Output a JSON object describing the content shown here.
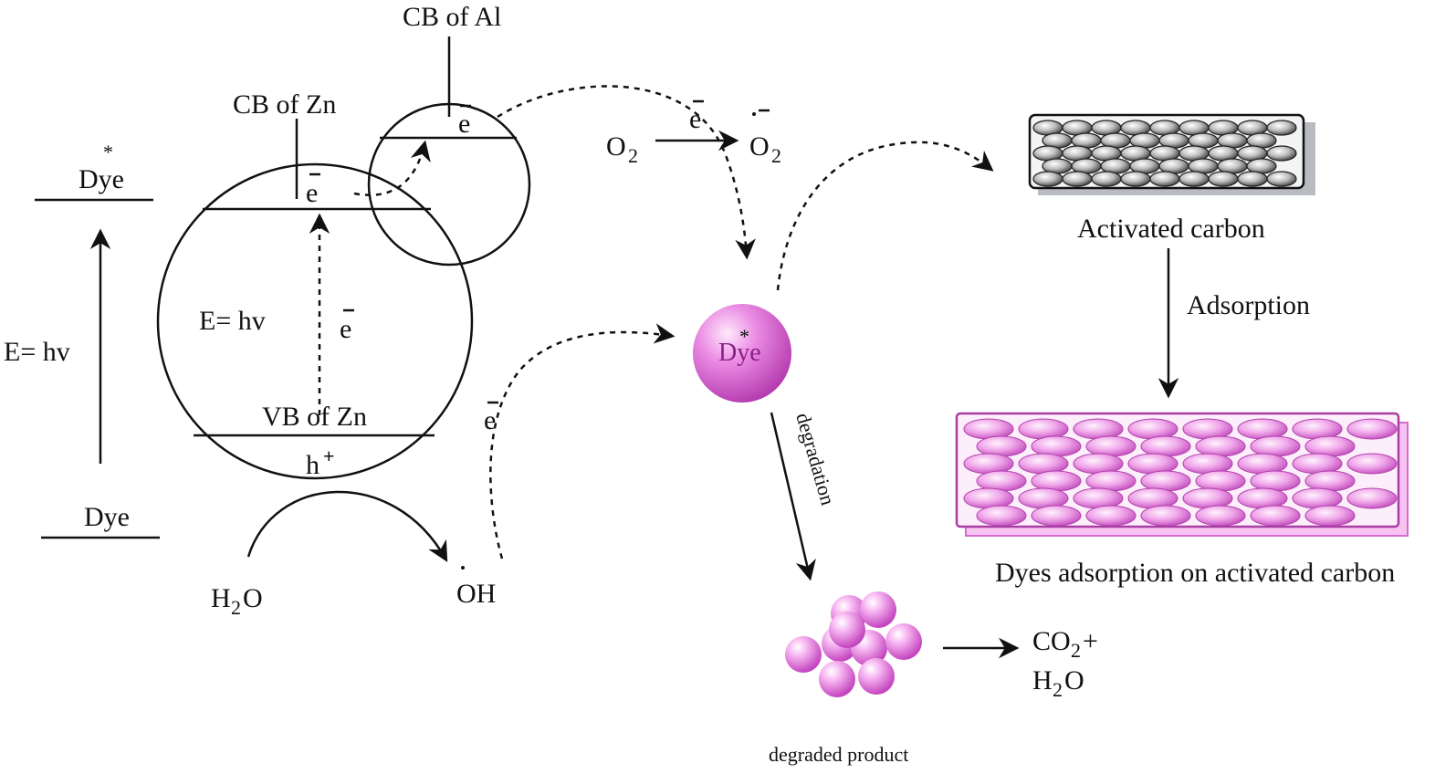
{
  "labels": {
    "dye_excited": "Dye",
    "star": "*",
    "dye_ground": "Dye",
    "e_hv_left": "E= hv",
    "e_hv_inner": "E= hv",
    "cb_zn": "CB of Zn",
    "cb_al": "CB of Al",
    "vb_zn": "VB of Zn",
    "electron": "e",
    "hole": "h",
    "plus": "+",
    "h2o": "H",
    "h2o_sub": "2",
    "h2o_o": "O",
    "oh": "OH",
    "o2": "O",
    "o2_sub": "2",
    "o2_radical": "O",
    "o2_radical_sub": "2",
    "radical_minus": "−",
    "dye_center": "Dye",
    "activated_carbon": "Activated carbon",
    "adsorption": "Adsorption",
    "dyes_adsorption": "Dyes adsorption on activated carbon",
    "degradation": "degradation",
    "degraded_product": "degraded product",
    "co2": "CO",
    "co2_sub": "2",
    "co2_plus": " +",
    "h2o_product": "H",
    "h2o_product_sub": "2",
    "h2o_product_o": "O"
  },
  "colors": {
    "pink_light": "#fbd0f5",
    "pink_mid": "#f291ec",
    "pink_dark": "#c445bf",
    "gray_light": "#f0f0f0",
    "gray_dark": "#4a4a4a",
    "text": "#111111"
  }
}
